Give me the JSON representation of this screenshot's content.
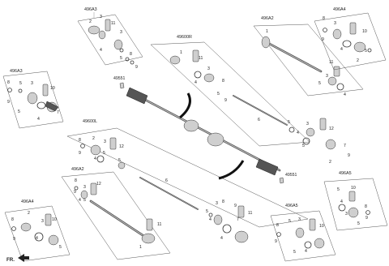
{
  "groups": {
    "g1": {
      "title": "496A3"
    },
    "g2": {
      "title": "496A3"
    },
    "g3": {
      "title": "496A2"
    },
    "g4": {
      "title": "496A4"
    },
    "g5": {
      "title": "49600R"
    },
    "g6": {
      "title": "49600L"
    },
    "g7": {
      "title": "496A2"
    },
    "g8": {
      "title": "496A4"
    },
    "g9": {
      "title": "496A5"
    },
    "g10": {
      "title": "496A5"
    }
  },
  "standalone": {
    "p49551a": "49551",
    "p49551b": "49551",
    "fr": "FR."
  },
  "parts": {
    "n1": "1",
    "n2": "2",
    "n3": "3",
    "n4": "4",
    "n5": "5",
    "n6": "6",
    "n7": "7",
    "n8": "8",
    "n9": "9",
    "n10": "10",
    "n11": "11",
    "n12": "12"
  }
}
